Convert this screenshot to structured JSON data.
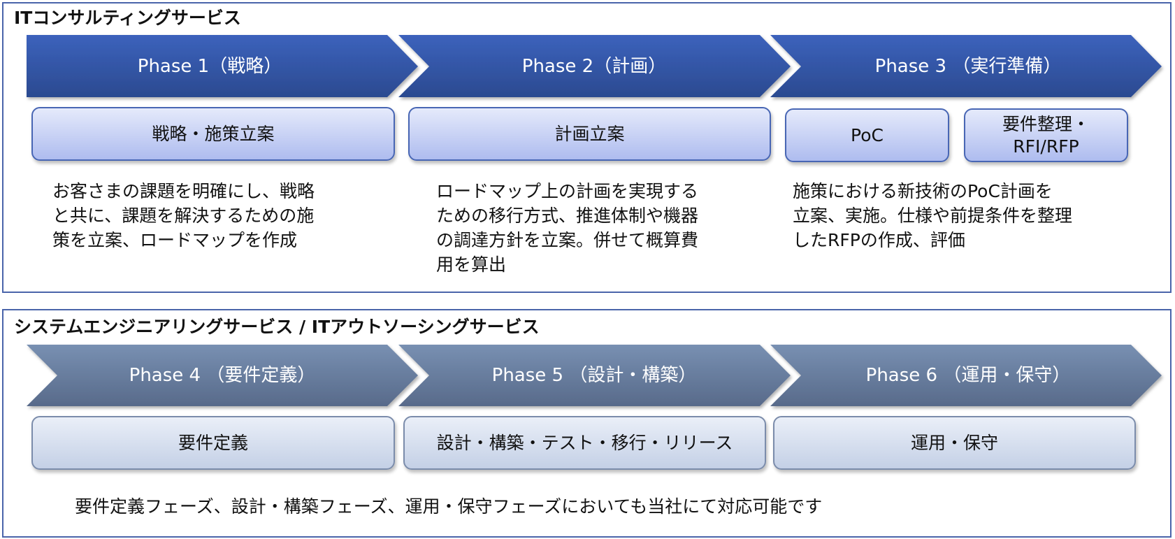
{
  "sections": [
    {
      "title": "ITコンサルティングサービス",
      "phases": [
        "Phase 1（戦略）",
        "Phase 2（計画）",
        "Phase 3 （実行準備）"
      ],
      "boxes": [
        "戦略・施策立案",
        "計画立案",
        "PoC",
        "要件整理・\nRFI/RFP"
      ],
      "descriptions": [
        "お客さまの課題を明確にし、戦略\nと共に、課題を解決するための施\n策を立案、ロードマップを作成",
        "ロードマップ上の計画を実現する\nための移行方式、推進体制や機器\nの調達方針を立案。併せて概算費\n用を算出",
        "施策における新技術のPoC計画を\n立案、実施。仕様や前提条件を整理\nしたRFPの作成、評価"
      ]
    },
    {
      "title": "システムエンジニアリングサービス / ITアウトソーシングサービス",
      "phases": [
        "Phase 4 （要件定義）",
        "Phase 5 （設計・構築）",
        "Phase 6 （運用・保守）"
      ],
      "boxes": [
        "要件定義",
        "設計・構築・テスト・移行・リリース",
        "運用・保守"
      ],
      "note": "要件定義フェーズ、設計・構築フェーズ、運用・保守フェーズにおいても当社にて対応可能です"
    }
  ],
  "colors": {
    "top_arrow": "#3a5eb8",
    "bottom_arrow": "#7488aa",
    "border": "#4a64aa"
  }
}
